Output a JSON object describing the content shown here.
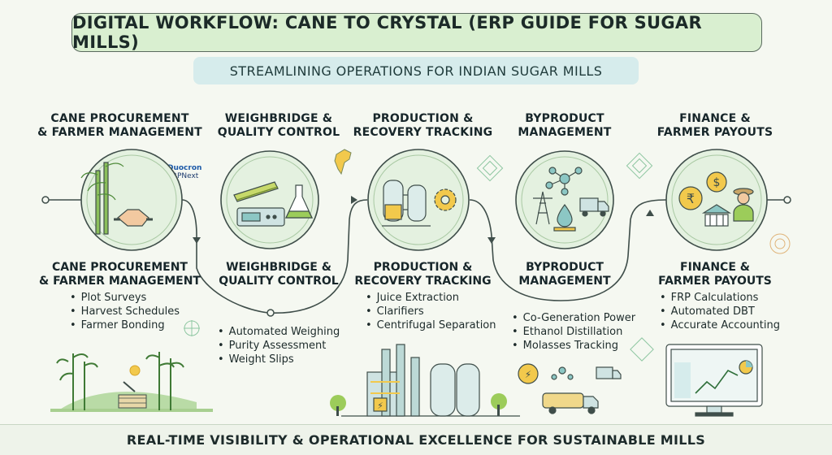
{
  "title": "DIGITAL WORKFLOW: CANE TO CRYSTAL (ERP GUIDE FOR SUGAR MILLS)",
  "subtitle": "STREAMLINING OPERATIONS FOR INDIAN SUGAR MILLS",
  "brand": {
    "name": "Duocron",
    "product": "ERPNext"
  },
  "stages": [
    {
      "title_lines": [
        "CANE PROCUREMENT",
        "& FARMER MANAGEMENT"
      ],
      "label_lines": [
        "CANE PROCUREMENT",
        "& FARMER MANAGEMENT"
      ],
      "items": [
        "Plot Surveys",
        "Harvest Schedules",
        "Farmer Bonding"
      ]
    },
    {
      "title_lines": [
        "WEIGHBRIDGE &",
        "QUALITY CONTROL"
      ],
      "label_lines": [
        "WEIGHBRIDGE &",
        "QUALITY CONTROL"
      ],
      "items": [
        "Automated Weighing",
        "Purity Assessment",
        "Weight Slips"
      ]
    },
    {
      "title_lines": [
        "PRODUCTION &",
        "RECOVERY TRACKING"
      ],
      "label_lines": [
        "PRODUCTION &",
        "RECOVERY TRACKING"
      ],
      "items": [
        "Juice Extraction",
        "Clarifiers",
        "Centrifugal Separation"
      ]
    },
    {
      "title_lines": [
        "BYPRODUCT",
        "MANAGEMENT"
      ],
      "label_lines": [
        "BYPRODUCT",
        "MANAGEMENT"
      ],
      "items": [
        "Co-Generation Power",
        "Ethanol Distillation",
        "Molasses Tracking"
      ]
    },
    {
      "title_lines": [
        "FINANCE &",
        "FARMER PAYOUTS"
      ],
      "label_lines": [
        "FINANCE &",
        "FARMER PAYOUTS"
      ],
      "items": [
        "FRP Calculations",
        "Automated DBT",
        "Accurate Accounting"
      ]
    }
  ],
  "footer": "REAL-TIME VISIBILITY & OPERATIONAL EXCELLENCE FOR SUSTAINABLE MILLS",
  "colors": {
    "title_bg": "#d9efd0",
    "subtitle_bg": "#d6ecec",
    "circle_fill": "#e4f1e0",
    "line": "#3f4e4a",
    "accent_yellow": "#f2c94c",
    "accent_teal": "#8cc7c4"
  },
  "icons": [
    "sugarcane-icon",
    "handshake-icon",
    "scale-icon",
    "flask-icon",
    "tank-icon",
    "gear-icon",
    "molecule-icon",
    "power-tower-icon",
    "oil-drop-icon",
    "truck-icon",
    "rupee-coin-icon",
    "dollar-coin-icon",
    "bank-icon",
    "farmer-icon",
    "india-map-icon",
    "sun-icon",
    "factory-icon",
    "monitor-chart-icon"
  ]
}
